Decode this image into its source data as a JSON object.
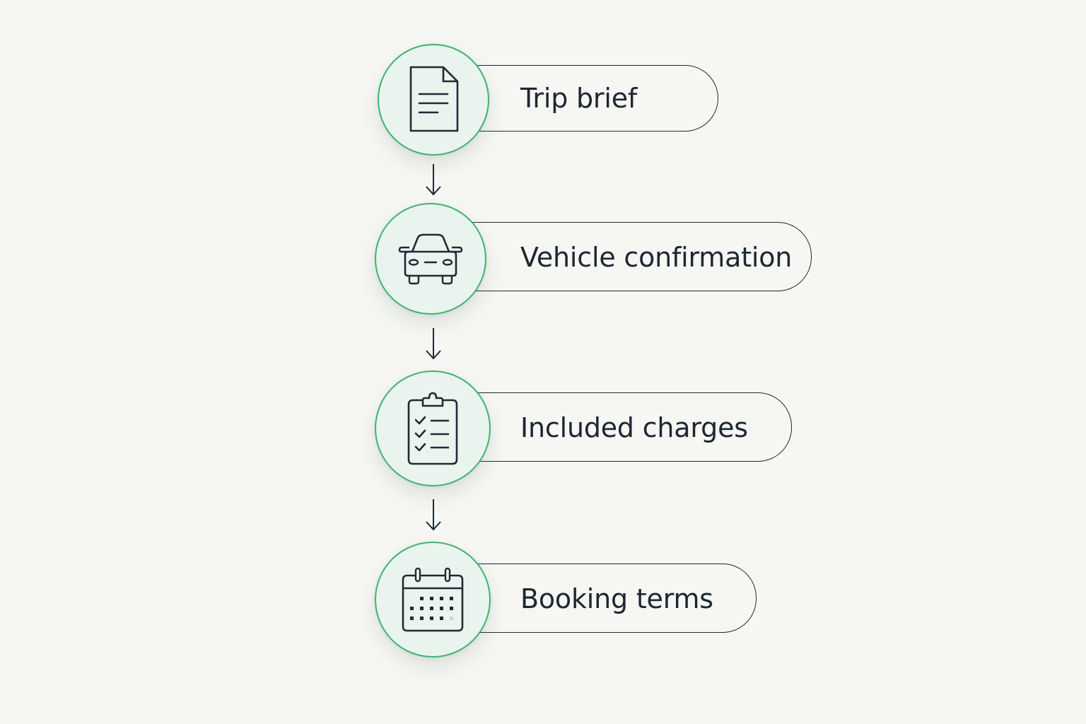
{
  "steps": [
    {
      "label": "Trip brief",
      "icon": "document-icon"
    },
    {
      "label": "Vehicle confirmation",
      "icon": "car-icon"
    },
    {
      "label": "Included charges",
      "icon": "clipboard-checklist-icon"
    },
    {
      "label": "Booking terms",
      "icon": "calendar-icon"
    }
  ],
  "colors": {
    "background": "#f6f6f3",
    "accent_green": "#3fb36f",
    "circle_fill": "#e9f4ee",
    "ink": "#1c2733"
  }
}
